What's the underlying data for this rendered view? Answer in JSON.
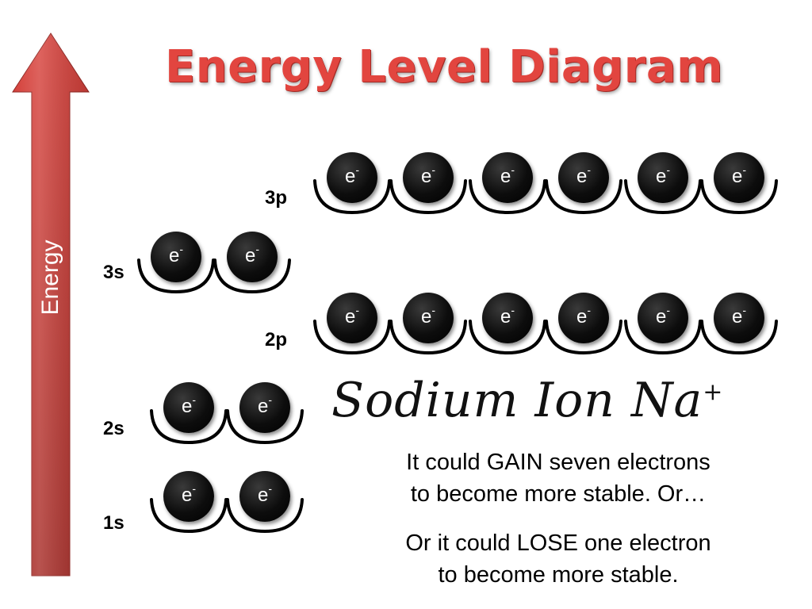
{
  "title": "Energy Level Diagram",
  "axis_label": "Energy",
  "electron_symbol": "e",
  "electron_charge": "-",
  "colors": {
    "title": "#e2453f",
    "arrow_top": "#d9423c",
    "arrow_bottom": "#a82d28",
    "electron": "#000000"
  },
  "levels": [
    {
      "name": "1s",
      "electrons": 2
    },
    {
      "name": "2s",
      "electrons": 2
    },
    {
      "name": "2p",
      "electrons": 6
    },
    {
      "name": "3s",
      "electrons": 2
    },
    {
      "name": "3p",
      "electrons": 6
    }
  ],
  "ion": {
    "name": "Sodium Ion Na",
    "charge": "+"
  },
  "gain_text": {
    "line1": "It could GAIN seven electrons",
    "line2": "to become more stable. Or…"
  },
  "lose_text": {
    "line1": "Or it could LOSE one electron",
    "line2": "to become more stable."
  }
}
